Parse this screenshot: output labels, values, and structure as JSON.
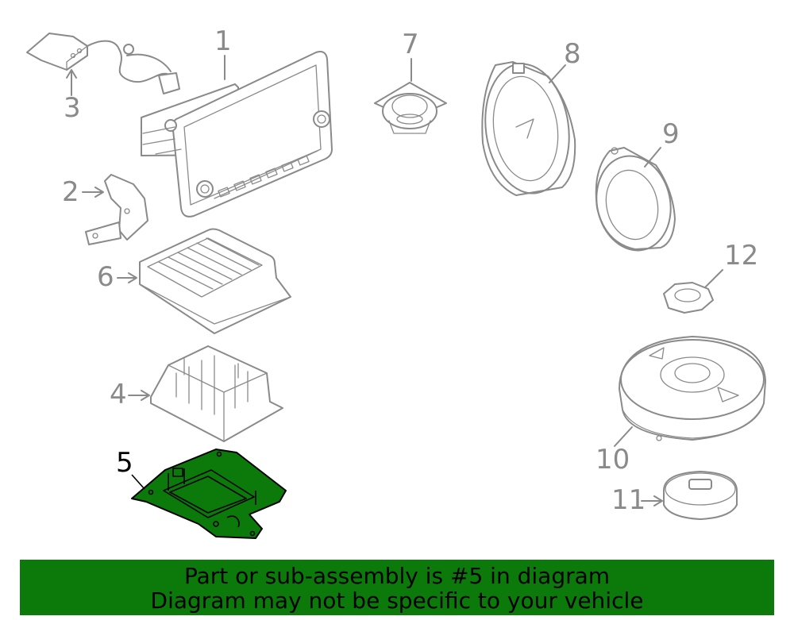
{
  "callouts": {
    "c1": "1",
    "c2": "2",
    "c3": "3",
    "c4": "4",
    "c5": "5",
    "c6": "6",
    "c7": "7",
    "c8": "8",
    "c9": "9",
    "c10": "10",
    "c11": "11",
    "c12": "12"
  },
  "highlighted_part": "5",
  "colors": {
    "highlight": "#0b7a0b",
    "line": "#8a8a8a",
    "banner": "#0b7a0b"
  },
  "banner": {
    "line1": "Part or sub-assembly is #5 in diagram",
    "line2": "Diagram may not be specific to your vehicle"
  }
}
